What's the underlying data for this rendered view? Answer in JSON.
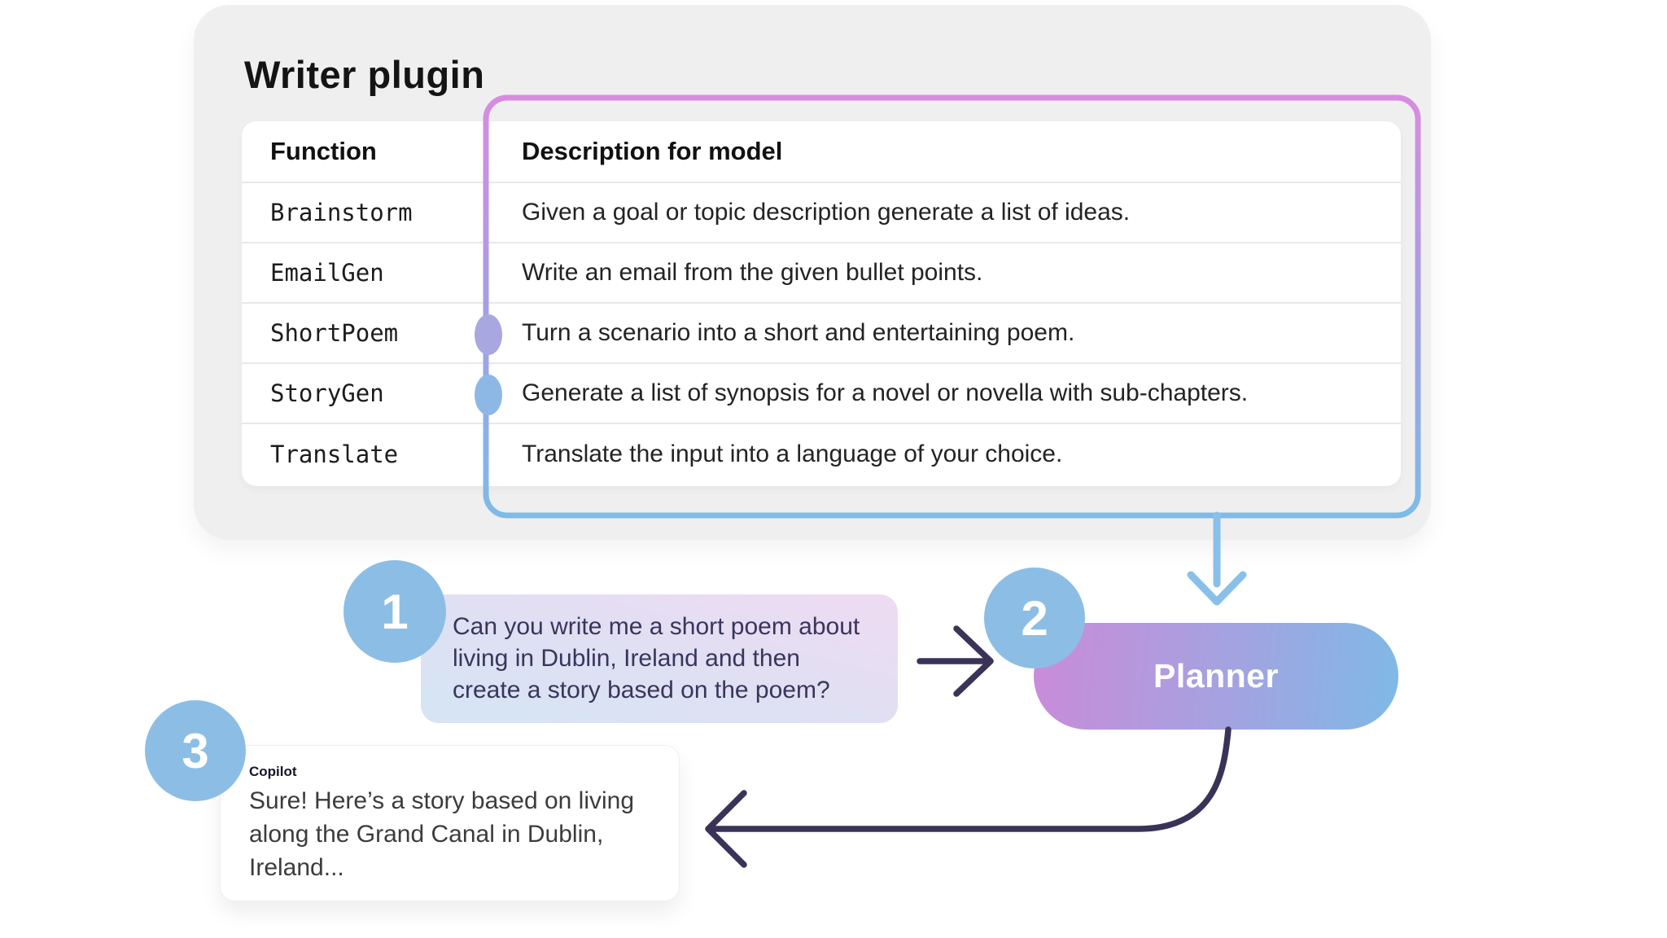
{
  "card": {
    "title": "Writer plugin"
  },
  "table": {
    "columns": {
      "function": "Function",
      "description": "Description for model"
    },
    "rows": [
      {
        "function": "Brainstorm",
        "description": "Given a goal or topic description generate a list of ideas.",
        "marker_dot": false
      },
      {
        "function": "EmailGen",
        "description": "Write an email from the given bullet points.",
        "marker_dot": false
      },
      {
        "function": "ShortPoem",
        "description": "Turn a scenario into a short and entertaining poem.",
        "marker_dot": true
      },
      {
        "function": "StoryGen",
        "description": "Generate a list of synopsis for a novel or novella with sub-chapters.",
        "marker_dot": true
      },
      {
        "function": "Translate",
        "description": "Translate the input into a language of your choice.",
        "marker_dot": false
      }
    ]
  },
  "steps": {
    "one": "1",
    "two": "2",
    "three": "3"
  },
  "user_message": {
    "line1": "Can you write me a short poem about",
    "line2": "living in Dublin, Ireland and then",
    "line3": "create a story based on the poem?"
  },
  "planner": {
    "label": "Planner"
  },
  "copilot_message": {
    "sender": "Copilot",
    "line1": "Sure! Here’s a story based on living",
    "line2": "along the Grand Canal in Dublin,",
    "line3": "Ireland..."
  },
  "colors": {
    "grey-card": "#f0efef",
    "circle-blue": "#8cbee5",
    "dot-lavender": "#a9a7e0",
    "dot-blue": "#8db8e5",
    "border-grad-top": "#d78ce2",
    "border-grad-bottom": "#7dbbe9",
    "planner-grad-left": "#ca8bd9",
    "planner-grad-right": "#7fb9e6",
    "bubble-grad-start": "#d6e4f3",
    "bubble-grad-end": "#eedbf2",
    "arrow-dark": "#3a3357",
    "arrow-blue": "#88c0ea",
    "chat-text": "#39355c"
  }
}
